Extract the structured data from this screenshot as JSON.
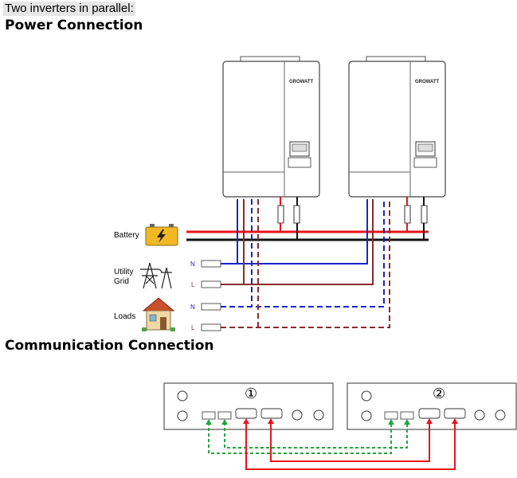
{
  "intro": "Two inverters in parallel:",
  "sections": {
    "power": "Power Connection",
    "communication": "Communication Connection"
  },
  "inverter": {
    "brand": "GROWATT"
  },
  "sources": {
    "battery": "Battery",
    "utility_line1": "Utility",
    "utility_line2": "Grid",
    "loads": "Loads"
  },
  "line_labels": {
    "neutral": "N",
    "live": "L"
  },
  "comm_units": [
    "①",
    "②"
  ],
  "colors": {
    "positive": "#e8141b",
    "negative": "#111111",
    "neutral": "#1726c8",
    "live": "#8b2b2b",
    "comm_green": "#22a63c",
    "comm_red": "#e8141b"
  }
}
